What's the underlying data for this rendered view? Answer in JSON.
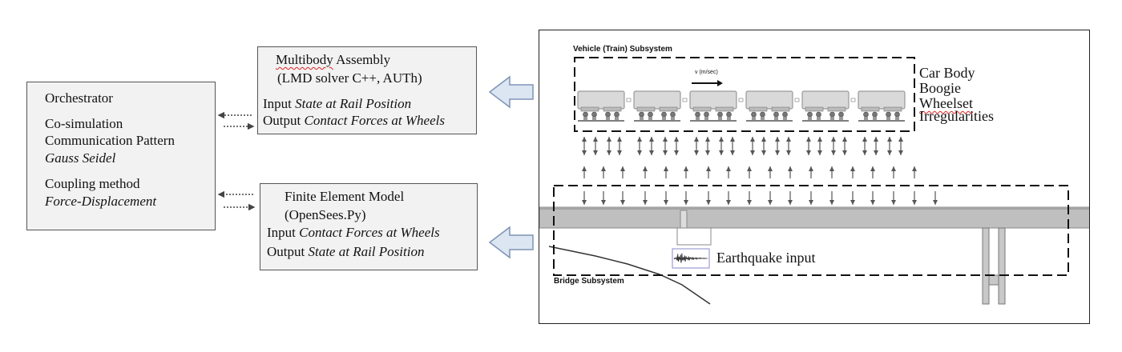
{
  "orchestrator": {
    "title": "Orchestrator",
    "cosim": "Co-simulation",
    "pattern_label": "Communication Pattern",
    "pattern_value": "Gauss Seidel",
    "coupling_label": "Coupling method",
    "coupling_value": "Force-Displacement"
  },
  "multibody": {
    "title_word": "Multibody",
    "title_rest": " Assembly",
    "solver": "(LMD solver C++, AUTh)",
    "input_label": "Input ",
    "input_value": "State at Rail Position",
    "output_label": "Output ",
    "output_value": "Contact Forces at Wheels"
  },
  "fem": {
    "title": "Finite Element Model",
    "solver": "(OpenSees.Py)",
    "input_label": "Input ",
    "input_value": "Contact Forces at Wheels",
    "output_label": "Output ",
    "output_value": "State at Rail Position"
  },
  "figure": {
    "vehicle_label": "Vehicle (Train) Subsystem",
    "bridge_label": "Bridge Subsystem",
    "velocity_label": "v (m/sec)",
    "legend": [
      "Car Body",
      "Boogie",
      "Wheelset",
      "Irregularities"
    ],
    "earthquake_label": "Earthquake input"
  },
  "colors": {
    "box_fill": "#f2f2f2",
    "arrow_fill": "#dce6f2",
    "arrow_stroke": "#7f94b5",
    "deck": "#bfbfbf"
  }
}
